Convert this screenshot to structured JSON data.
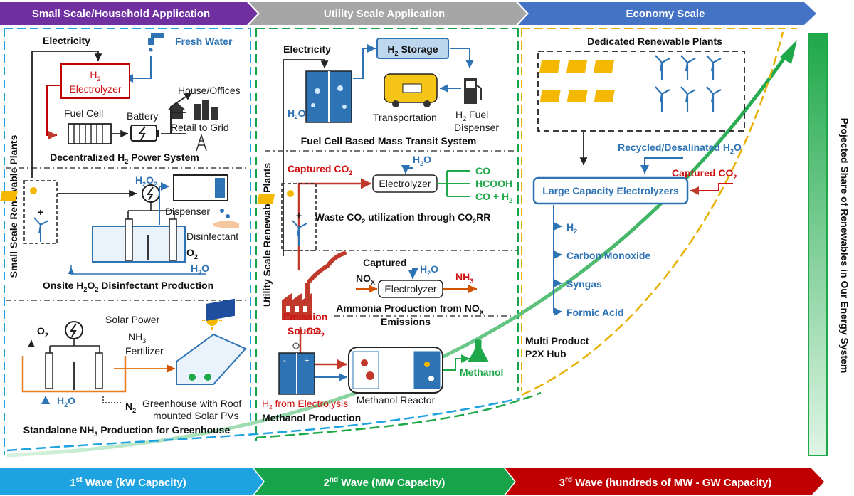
{
  "banners": {
    "small_scale": "Small Scale/Household Application",
    "utility": "Utility Scale Application",
    "economy": "Economy Scale"
  },
  "waves": {
    "first": {
      "num": "1",
      "sup": "st",
      "rest": " Wave (kW Capacity)"
    },
    "second": {
      "num": "2",
      "sup": "nd",
      "rest": "  Wave (MW Capacity)"
    },
    "third": {
      "num": "3",
      "sup": "rd",
      "rest": " Wave (hundreds of MW - GW Capacity)"
    }
  },
  "side_labels": {
    "small_plants": "Small Scale Renewable Plants",
    "utility_plants": "Utility  Scale Renewable Plants",
    "projected": "Projected Share of Renewables in Our Energy System"
  },
  "household": {
    "electricity": "Electricity",
    "fresh_water": "Fresh Water",
    "electrolyzer_h": "H",
    "electrolyzer_sub": "2",
    "electrolyzer_word": "Electrolyzer",
    "house_offices": "House/Offices",
    "fuel_cell": "Fuel Cell",
    "battery": "Battery",
    "retail": "Retail to Grid",
    "decentral_a": "Decentralized H",
    "decentral_sub": "2",
    "decentral_b": " Power System",
    "h2o2_a": "H",
    "h2o2_sub1": "2",
    "h2o2_b": "O",
    "h2o2_sub2": "2",
    "dispenser": "Dispenser",
    "disinfectant": "Disinfectant",
    "o2_a": "O",
    "o2_sub": "2",
    "h2o_a": "H",
    "h2o_sub": "2",
    "h2o_b": "O",
    "onsite_a": "Onsite H",
    "onsite_sub1": "2",
    "onsite_b": "O",
    "onsite_sub2": "2",
    "onsite_c": " Disinfectant Production",
    "solar_power": "Solar Power",
    "nh3_a": "NH",
    "nh3_sub": "3",
    "fertilizer": "Fertilizer",
    "o2b_a": "O",
    "o2b_sub": "2",
    "h2ob_a": "H",
    "h2ob_sub": "2",
    "h2ob_b": "O",
    "n2_a": "N",
    "n2_sub": "2",
    "greenhouse_1": "Greenhouse with Roof",
    "greenhouse_2": "mounted Solar PVs",
    "standalone_a": "Standalone NH",
    "standalone_sub": "3",
    "standalone_b": " Production for Greenhouse"
  },
  "utility": {
    "electricity": "Electricity",
    "storage_a": "H",
    "storage_sub": "2",
    "storage_b": " Storage",
    "h2o_a": "H",
    "h2o_sub": "2",
    "h2o_b": "O",
    "transportation": "Transportation",
    "fuel_disp_a": "H",
    "fuel_disp_sub": "2",
    "fuel_disp_b": " Fuel",
    "fuel_disp_c": "Dispenser",
    "mass_transit": "Fuel Cell Based Mass Transit System",
    "captured_a": "Captured CO",
    "captured_sub": "2",
    "h2o2_a": "H",
    "h2o2_sub": "2",
    "h2o2_b": "O",
    "electrolyzer": "Electrolyzer",
    "prod_co": "CO",
    "prod_hcooh": "HCOOH",
    "prod_syn_a": "CO + H",
    "prod_syn_sub": "2",
    "waste_a": "Waste CO",
    "waste_sub": "2",
    "waste_b": " utilization through CO",
    "waste_sub2": "2",
    "waste_c": "RR",
    "captured_nox": "Captured",
    "nox_a": "NO",
    "nox_sub": "X",
    "h2o3_a": "H",
    "h2o3_sub": "2",
    "h2o3_b": "O",
    "electrolyzer2": "Electrolyzer",
    "nh3_a": "NH",
    "nh3_sub": "3",
    "ammonia_a": "Ammonia Production  from NO",
    "ammonia_sub": "X",
    "ammonia_b": "Emissions",
    "emission_1": "Emission",
    "emission_2": "Source",
    "co2_a": "CO",
    "co2_sub": "2",
    "h2_elec_a": "H",
    "h2_elec_sub": "2",
    "h2_elec_b": " from Electrolysis",
    "methanol_reactor": "Methanol Reactor",
    "methanol": "Methanol",
    "methanol_prod": "Methanol Production"
  },
  "economy": {
    "dedicated": "Dedicated Renewable Plants",
    "recycled_a": "Recycled/Desalinated H",
    "recycled_sub": "2",
    "recycled_b": "O",
    "captured_a": "Captured CO",
    "captured_sub": "2",
    "large_cap": "Large Capacity Electrolyzers",
    "h2_a": "H",
    "h2_sub": "2",
    "carbon_monoxide": "Carbon Monoxide",
    "syngas": "Syngas",
    "formic_acid": "Formic Acid",
    "p2x_1": "Multi Product",
    "p2x_2": "P2X Hub"
  },
  "colors": {
    "purple": "#7030a0",
    "gray": "#a6a6a6",
    "blue_banner": "#4472c4",
    "cyan_wave": "#1fa2e0",
    "green_wave": "#16a34a",
    "red_wave": "#c00000",
    "text_blue": "#2e74b5",
    "text_red": "#d01010",
    "text_green": "#1fa84a"
  }
}
